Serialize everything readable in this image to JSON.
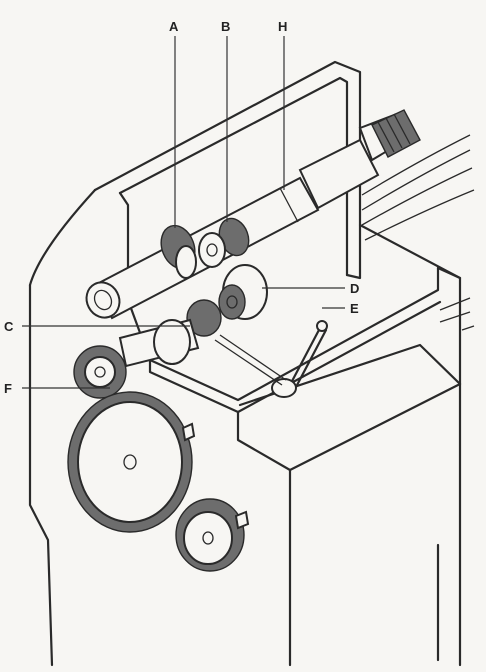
{
  "labels": {
    "A": "A",
    "B": "B",
    "H": "H",
    "D": "D",
    "E": "E",
    "C": "C",
    "F": "F"
  }
}
